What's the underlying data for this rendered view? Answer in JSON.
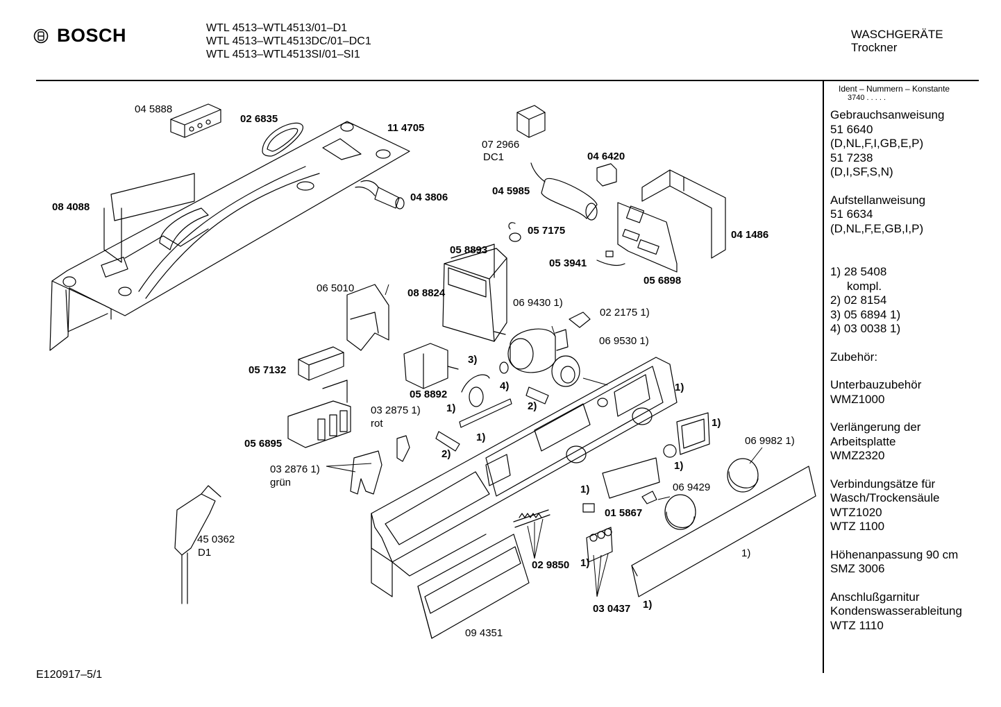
{
  "header": {
    "brand": "BOSCH",
    "models": [
      "WTL 4513–WTL4513/01–D1",
      "WTL 4513–WTL4513DC/01–DC1",
      "WTL 4513–WTL4513SI/01–SI1"
    ],
    "category_line1": "WASCHGERÄTE",
    "category_line2": "Trockner"
  },
  "sidebar": {
    "ident_label": "Ident – Nummern – Konstante",
    "ident_value": "3740  .  .  .  .  .",
    "gebrauch_title": "Gebrauchsanweisung",
    "gebrauch_1_no": "51 6640",
    "gebrauch_1_lang": "(D,NL,F,I,GB,E,P)",
    "gebrauch_2_no": "51 7238",
    "gebrauch_2_lang": "(D,I,SF,S,N)",
    "aufstell_title": "Aufstellanweisung",
    "aufstell_no": "51 6634",
    "aufstell_lang": "(D,NL,F,E,GB,I,P)",
    "fn1": "1) 28 5408",
    "fn1b": "kompl.",
    "fn2": "2) 02 8154",
    "fn3": "3) 05 6894 1)",
    "fn4": "4) 03 0038 1)",
    "zubehoer_title": "Zubehör:",
    "unterbau_title": "Unterbauzubehör",
    "unterbau_no": "WMZ1000",
    "verl_title1": "Verlängerung der",
    "verl_title2": "Arbeitsplatte",
    "verl_no": "WMZ2320",
    "verb_title1": "Verbindungsätze für",
    "verb_title2": "Wasch/Trockensäule",
    "verb_no1": "WTZ1020",
    "verb_no2": "WTZ 1100",
    "hoehe_title": "Höhenanpassung 90 cm",
    "hoehe_no": "SMZ 3006",
    "anschl_title1": "Anschlußgarnitur",
    "anschl_title2": "Kondenswasserableitung",
    "anschl_no": "WTZ 1110"
  },
  "footer": {
    "drawing_id": "E120917–5/1"
  },
  "part_labels": {
    "p045888": "04 5888",
    "p026835": "02 6835",
    "p114705": "11 4705",
    "p084088": "08 4088",
    "p043806": "04 3806",
    "p072966": "07 2966",
    "dc1": "DC1",
    "p046420": "04 6420",
    "p045985": "04 5985",
    "p057175": "05 7175",
    "p041486": "04 1486",
    "p053941": "05 3941",
    "p056898": "05 6898",
    "p058893": "05 8893",
    "p088824": "08 8824",
    "p065010": "06 5010",
    "p069430": "06 9430 1)",
    "p022175": "02 2175 1)",
    "p069530": "06 9530 1)",
    "p057132": "05 7132",
    "f3": "3)",
    "f4": "4)",
    "p058892": "05 8892",
    "f1a": "1)",
    "f2a": "2)",
    "f1b": "1)",
    "p032875": "03 2875 1)",
    "rot": "rot",
    "f1c": "1)",
    "p056895": "05 6895",
    "f1d": "1)",
    "f2b": "2)",
    "p069982": "06 9982  1)",
    "f1e": "1)",
    "p032876": "03 2876 1)",
    "gruen": "grün",
    "p069429": "06 9429",
    "f1f": "1)",
    "p015867": "01 5867",
    "p450362": "45 0362",
    "d1": "D1",
    "f1g": "1)",
    "p029850": "02 9850",
    "f1h": "1)",
    "p030437": "03 0437",
    "f1i": "1)",
    "p094351": "09 4351"
  }
}
